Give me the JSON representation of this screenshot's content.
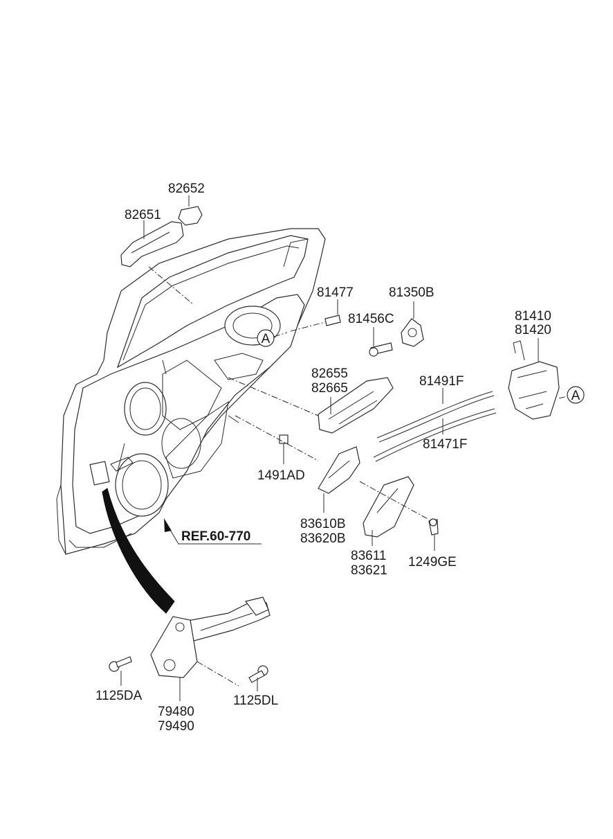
{
  "reference": {
    "text": "REF.60-770"
  },
  "callouts": {
    "a_left": "A",
    "a_right": "A"
  },
  "labels": {
    "p82652": "82652",
    "p82651": "82651",
    "p81477": "81477",
    "p81350B": "81350B",
    "p81456C": "81456C",
    "p81410": "81410",
    "p81420": "81420",
    "p82655": "82655",
    "p82665": "82665",
    "p81491F": "81491F",
    "p81471F": "81471F",
    "p1491AD": "1491AD",
    "p83610B": "83610B",
    "p83620B": "83620B",
    "p83611": "83611",
    "p83621": "83621",
    "p1249GE": "1249GE",
    "p1125DA": "1125DA",
    "p79480": "79480",
    "p79490": "79490",
    "p1125DL": "1125DL"
  }
}
